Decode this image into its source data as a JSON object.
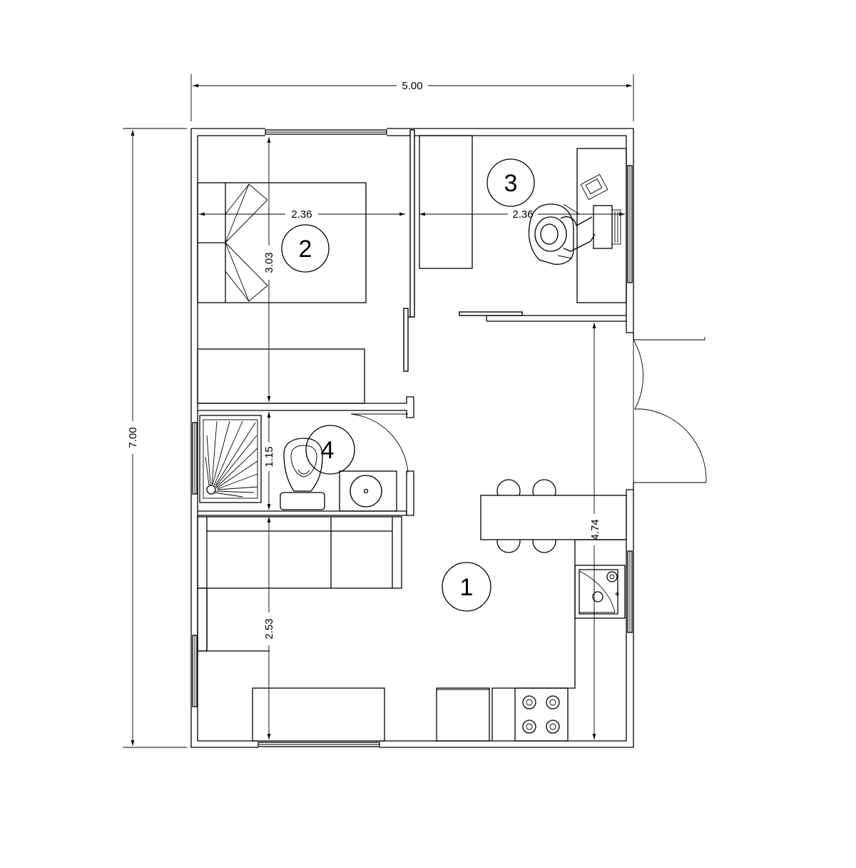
{
  "dimensions": {
    "overall_width": "5.00",
    "overall_height": "7.00",
    "room2_width": "2.36",
    "room3_width": "2.36",
    "room2_height": "3.03",
    "bath_height": "1.15",
    "living_left_height": "2.53",
    "kitchen_height": "4.74"
  },
  "rooms": {
    "r1": "1",
    "r2": "2",
    "r3": "3",
    "r4": "4"
  }
}
